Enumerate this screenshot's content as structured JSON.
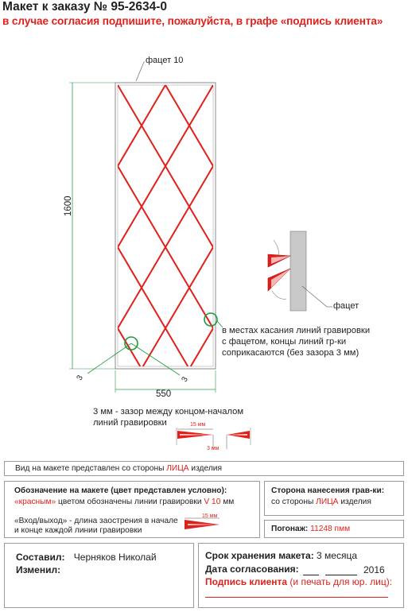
{
  "header": {
    "title": "Макет к заказу № 95-2634-0",
    "subtitle": "в случае согласия подпишите, пожалуйста, в графе «подпись клиента»"
  },
  "drawing": {
    "facet_label": "фацет 10",
    "height_dim": "1600",
    "width_dim": "550",
    "gap_left": "3",
    "gap_right": "3",
    "side_facet_label": "фацет",
    "touch_note": [
      "в местах касания линий гравировки",
      "с фацетом, концы линий гр-ки",
      "соприкасаются (без зазора 3 мм)"
    ],
    "gap_note": [
      "3 мм - зазор между концом-началом",
      "линий гравировки"
    ],
    "detail_15": "15 мм",
    "detail_3": "3 мм",
    "colors": {
      "engraving": "#e0201b",
      "marker": "#1a9b3c",
      "frame": "#8a8a8a"
    }
  },
  "info": {
    "view_prefix": "Вид на макете представлен со стороны ",
    "view_face": "ЛИЦА",
    "view_suffix": " изделия",
    "legend_title": "Обозначение на макете (цвет представлен условно):",
    "legend_red": "«красным»",
    "legend_mid": " цветом обозначены линии гравировки ",
    "legend_v": "V 10",
    "legend_mm": " мм",
    "io_line1": "«Вход/выход» - длина заострения в начале",
    "io_line2": "и конце каждой линии гравировки",
    "io_15": "15 мм",
    "side_title": "Сторона нанесения грав-ки:",
    "side_prefix": "со стороны ",
    "side_face": "ЛИЦА",
    "side_suffix": " изделия",
    "pogon_label": "Погонаж:",
    "pogon_value": "11248 пмм"
  },
  "footer": {
    "composed_label": "Составил:",
    "composed_value": "Черняков Николай",
    "changed_label": "Изменил:",
    "storage_label": "Срок хранения макета:",
    "storage_value": "3 месяца",
    "agreement_label": "Дата согласования:",
    "agreement_year": "2016",
    "signature_label": "Подпись клиента",
    "signature_note": "(и печать для юр. лиц):"
  }
}
